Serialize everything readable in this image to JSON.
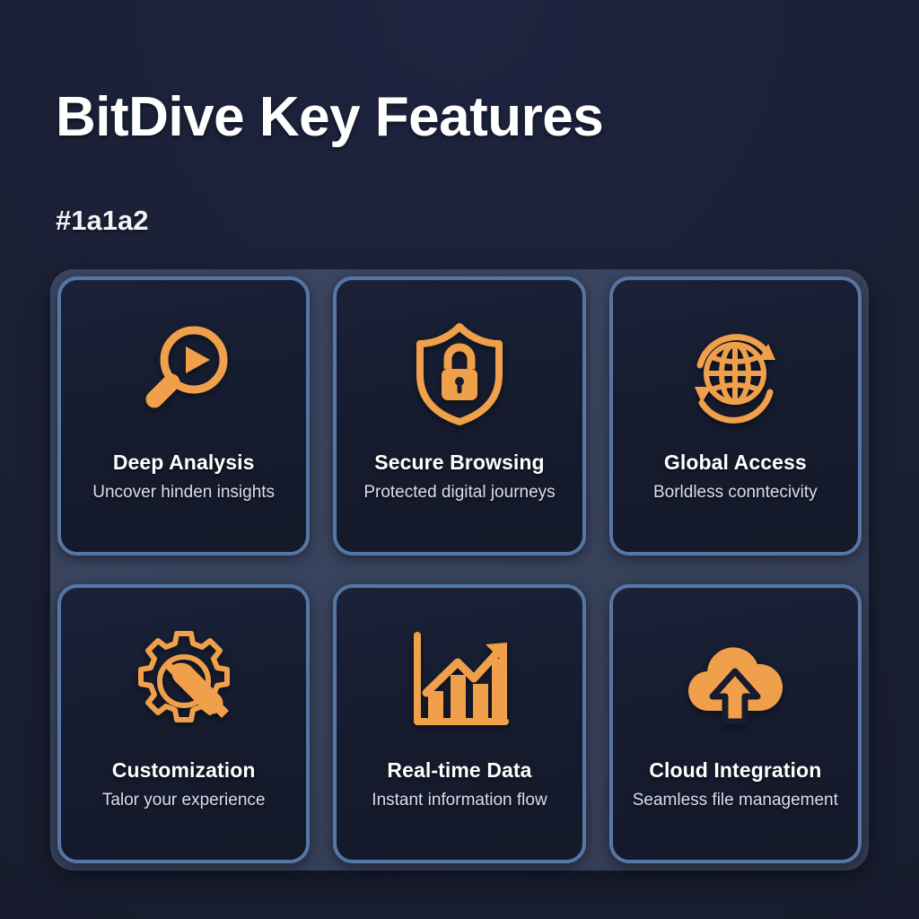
{
  "header": {
    "title": "BitDive Key Features",
    "subtitle": "#1a1a2"
  },
  "colors": {
    "background": "#1a1f33",
    "panel": "#3c4764",
    "card_background": "#161c2e",
    "card_border": "#5577a6",
    "icon_accent": "#f0a04b",
    "title_text": "#ffffff",
    "desc_text": "#d9dee8"
  },
  "features": [
    {
      "icon": "magnifier-play-icon",
      "title": "Deep Analysis",
      "desc": "Uncover hinden insights"
    },
    {
      "icon": "shield-lock-icon",
      "title": "Secure Browsing",
      "desc": "Protected digital journeys"
    },
    {
      "icon": "globe-sync-icon",
      "title": "Global Access",
      "desc": "Borldless conntecivity"
    },
    {
      "icon": "gear-wrench-icon",
      "title": "Customization",
      "desc": "Talor your experience"
    },
    {
      "icon": "bar-chart-arrow-icon",
      "title": "Real-time Data",
      "desc": "Instant information flow"
    },
    {
      "icon": "cloud-upload-icon",
      "title": "Cloud Integration",
      "desc": "Seamless file management"
    }
  ]
}
